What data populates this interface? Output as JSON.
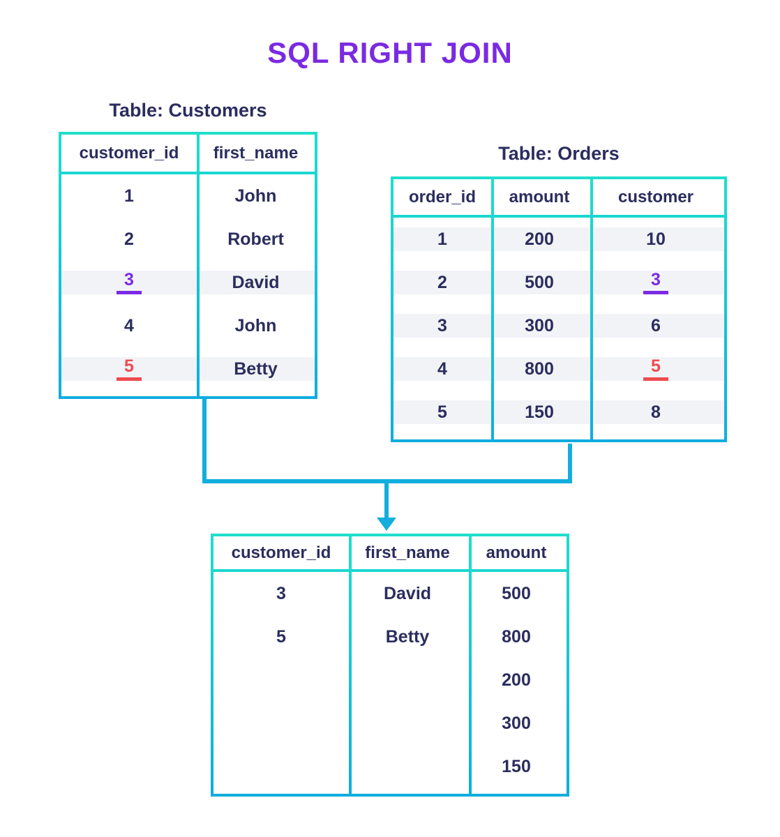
{
  "title": "SQL RIGHT JOIN",
  "colors": {
    "title_purple": "#7a2ae2",
    "text_navy": "#2b2d5e",
    "border_teal_top": "#1fdecb",
    "border_blue_bottom": "#0fadde",
    "connector_blue": "#12aedd",
    "row_highlight": "#f2f3f7",
    "key_purple": "#7a2ae2",
    "key_red": "#ee4b4e",
    "background": "#ffffff"
  },
  "customers": {
    "label": "Table: Customers",
    "headers": [
      "customer_id",
      "first_name"
    ],
    "rows": [
      {
        "id": "1",
        "name": "John"
      },
      {
        "id": "2",
        "name": "Robert"
      },
      {
        "id": "3",
        "name": "David"
      },
      {
        "id": "4",
        "name": "John"
      },
      {
        "id": "5",
        "name": "Betty"
      }
    ]
  },
  "orders": {
    "label": "Table: Orders",
    "headers": [
      "order_id",
      "amount",
      "customer"
    ],
    "rows": [
      {
        "order_id": "1",
        "amount": "200",
        "customer": "10"
      },
      {
        "order_id": "2",
        "amount": "500",
        "customer": "3"
      },
      {
        "order_id": "3",
        "amount": "300",
        "customer": "6"
      },
      {
        "order_id": "4",
        "amount": "800",
        "customer": "5"
      },
      {
        "order_id": "5",
        "amount": "150",
        "customer": "8"
      }
    ]
  },
  "result": {
    "headers": [
      "customer_id",
      "first_name",
      "amount"
    ],
    "rows": [
      {
        "customer_id": "3",
        "first_name": "David",
        "amount": "500"
      },
      {
        "customer_id": "5",
        "first_name": "Betty",
        "amount": "800"
      },
      {
        "customer_id": "",
        "first_name": "",
        "amount": "200"
      },
      {
        "customer_id": "",
        "first_name": "",
        "amount": "300"
      },
      {
        "customer_id": "",
        "first_name": "",
        "amount": "150"
      }
    ]
  }
}
